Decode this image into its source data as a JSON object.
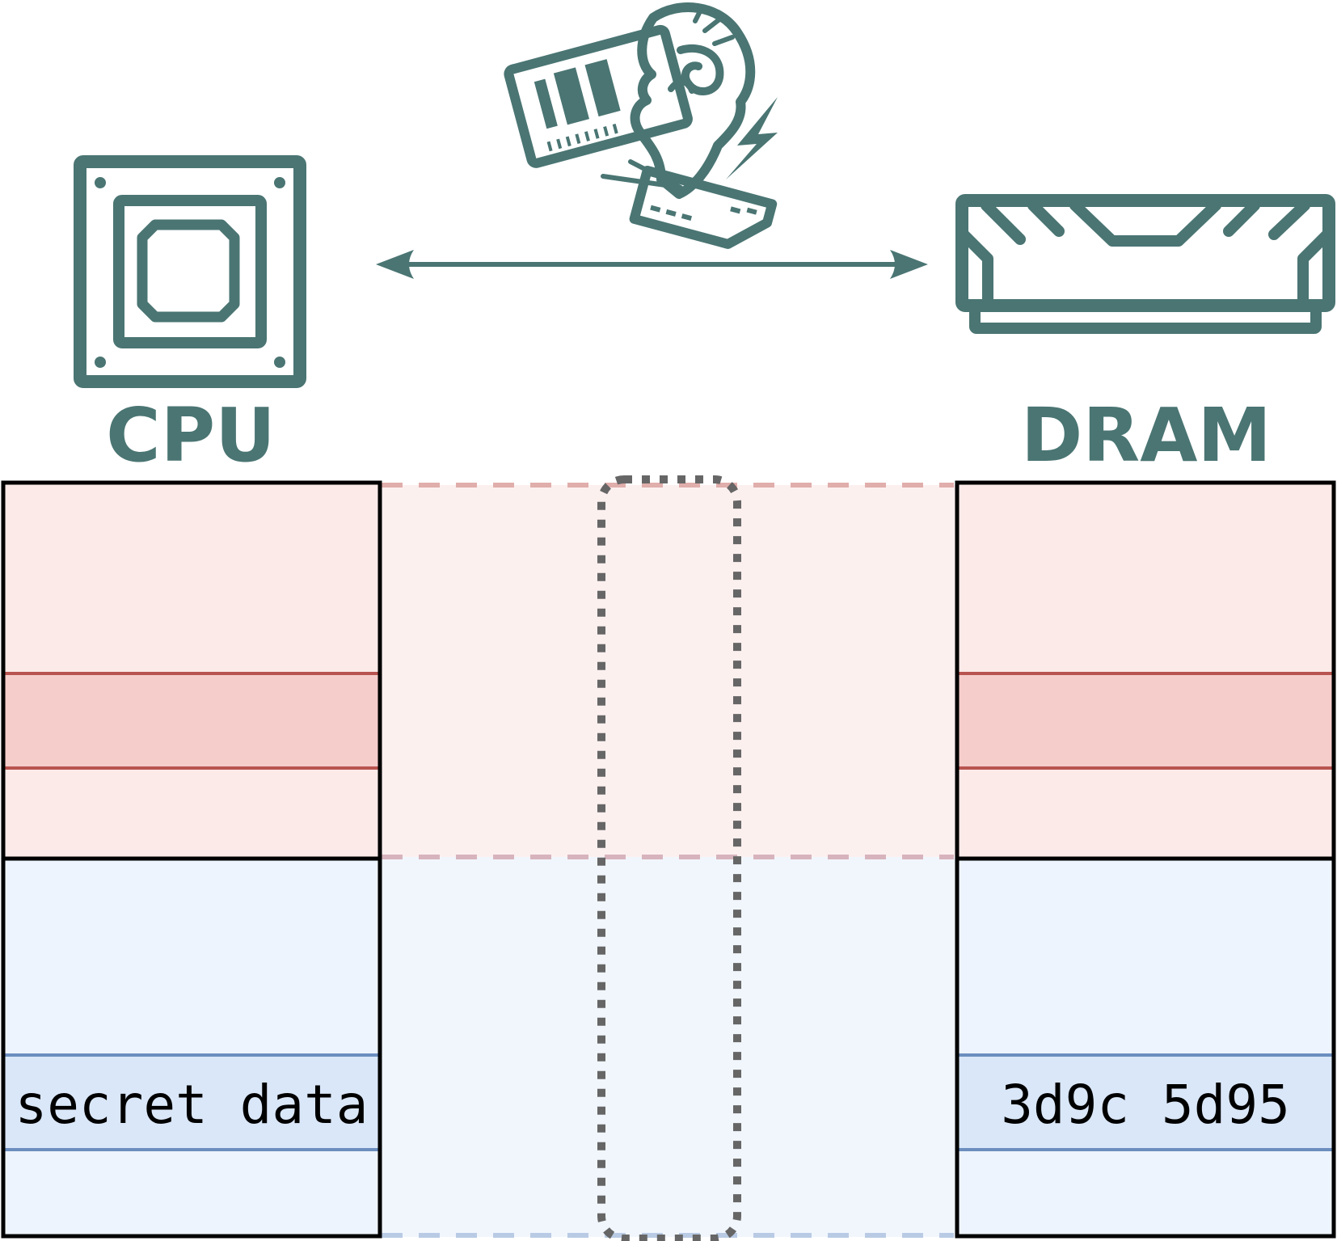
{
  "cpu": {
    "label": "CPU",
    "icon": "cpu-chip-icon"
  },
  "dram": {
    "label": "DRAM",
    "icon": "ram-module-icon"
  },
  "attacker": {
    "icon": "ram-with-lightning-icon"
  },
  "cpu_view": {
    "secret_cell_text": "secret data"
  },
  "dram_view": {
    "secret_cell_text": "3d9c 5d95"
  },
  "colors": {
    "icon": "#4a7573",
    "red_region": "#fbeae8",
    "red_region_bridge": "#fcf0ef",
    "red_cell_fill": "#f5cdcb",
    "red_cell_stroke": "#b85450",
    "red_dash": "#e0aeab",
    "blue_region": "#eef4fd",
    "blue_region_bridge": "#f1f6fd",
    "blue_cell_fill": "#dae7f8",
    "blue_cell_stroke": "#6c8ebf",
    "blue_dash": "#b9cbe4",
    "outline": "#000000",
    "dotted_outline": "#666666"
  }
}
